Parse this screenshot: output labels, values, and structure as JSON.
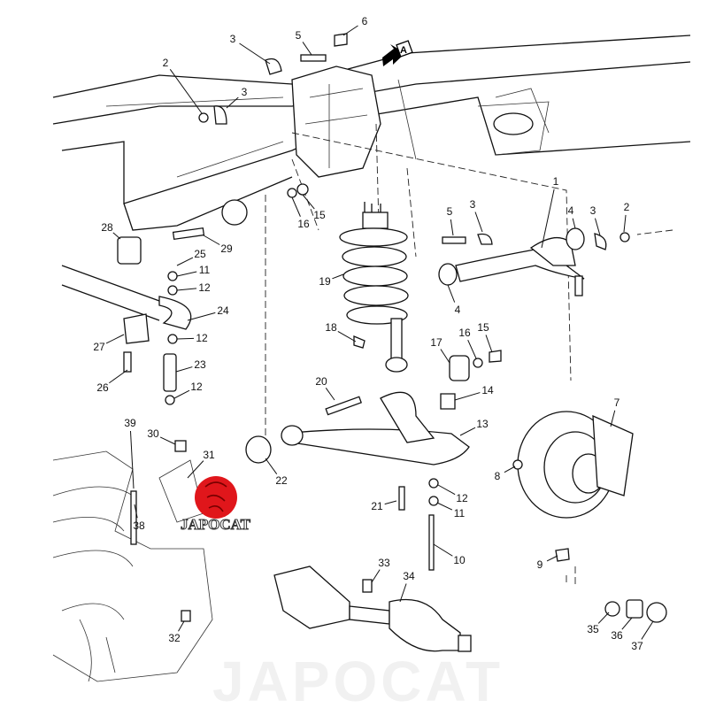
{
  "diagram": {
    "view_marker": "A",
    "watermark": "JAPOCAT",
    "logo": {
      "text": "JAPOCAT",
      "color": "#e0161b"
    },
    "callouts": [
      "1",
      "2",
      "3",
      "3",
      "5",
      "6",
      "2",
      "3",
      "4",
      "3",
      "5",
      "4",
      "16",
      "15",
      "28",
      "29",
      "25",
      "11",
      "12",
      "24",
      "19",
      "27",
      "12",
      "23",
      "26",
      "12",
      "18",
      "17",
      "16",
      "15",
      "20",
      "14",
      "13",
      "7",
      "39",
      "30",
      "31",
      "22",
      "12",
      "21",
      "11",
      "8",
      "38",
      "10",
      "9",
      "33",
      "34",
      "32",
      "35",
      "36",
      "37"
    ]
  }
}
